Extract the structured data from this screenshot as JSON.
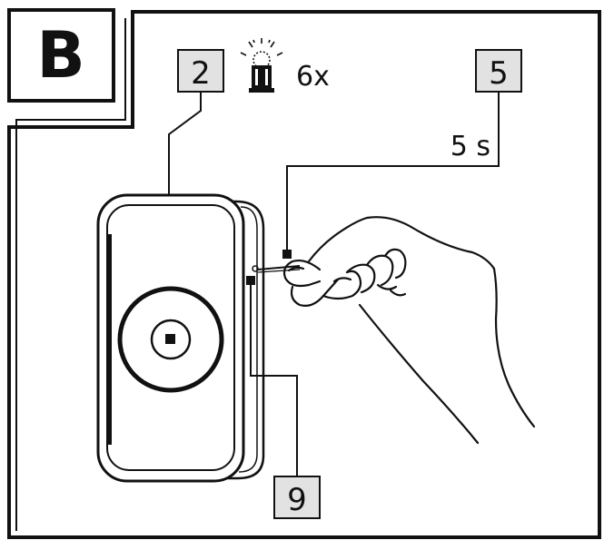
{
  "panel": {
    "letter": "B"
  },
  "callouts": {
    "button": {
      "number": "2"
    },
    "pin": {
      "number": "5",
      "duration": "5 s"
    },
    "hole": {
      "number": "9"
    }
  },
  "indicator": {
    "icon": "blinking-light-icon",
    "count": "6x"
  },
  "colors": {
    "stroke": "#111111",
    "label_fill": "#e2e2e2",
    "background": "#ffffff"
  }
}
